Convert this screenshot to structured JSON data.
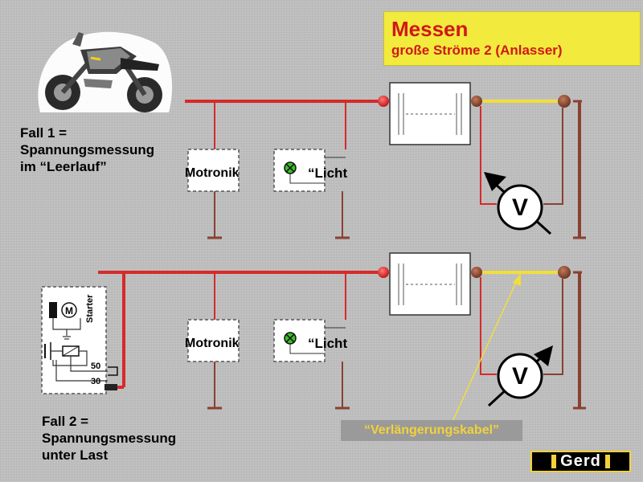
{
  "title": {
    "main": "Messen",
    "sub": "große Ströme 2 (Anlasser)"
  },
  "case1": {
    "line1": "Fall 1 =",
    "line2": "Spannungsmessung",
    "line3": "im “Leerlauf”"
  },
  "case2": {
    "line1": "Fall 2 =",
    "line2": "Spannungsmessung",
    "line3": "unter Last"
  },
  "components": {
    "motronik": "Motronik",
    "licht": "“Licht",
    "voltmeter": "V"
  },
  "starter": {
    "label": "Starter",
    "motor": "M",
    "terminal_50": "50",
    "terminal_30": "30"
  },
  "cable_label": "“Verlängerungskabel”",
  "logo": "Gerd",
  "colors": {
    "wire": "#d62a2a",
    "extension": "#f2de3a",
    "accent": "#d01818",
    "lamp": "#3bbf2a",
    "ground_wire": "#8a4030"
  }
}
